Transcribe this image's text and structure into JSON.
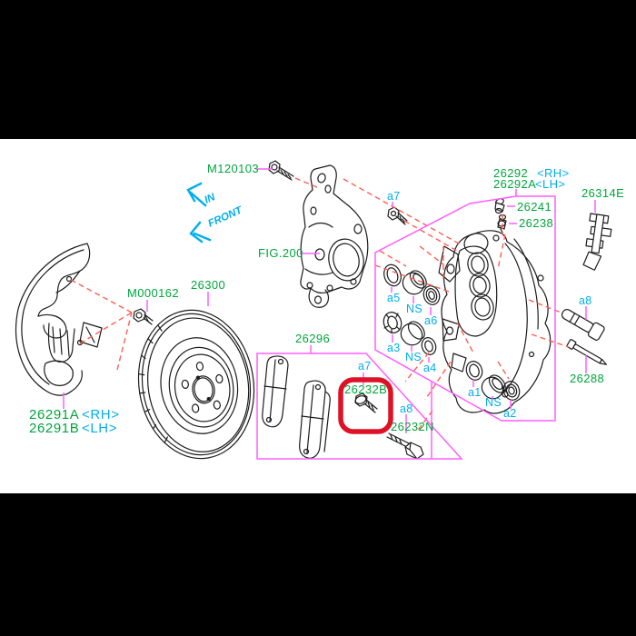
{
  "window": {
    "background": "#000000",
    "panel_background": "#ffffff"
  },
  "colors": {
    "part_number_green": "#00a63c",
    "reference_cyan": "#00aeef",
    "leader_magenta": "#ff5fff",
    "assembly_line_red": "#ff5f52",
    "highlight_red": "#de1126",
    "line_art": "#1c1c1c"
  },
  "direction_indicators": {
    "in": "IN",
    "front": "FRONT"
  },
  "parts": {
    "knuckle_bolt": "M120103",
    "knuckle_fig": "FIG.200",
    "shield_bolt": "M000162",
    "rotor": "26300",
    "caliper_rh": {
      "number": "26292",
      "side": "<RH>"
    },
    "caliper_lh": {
      "number": "26292A",
      "side": "<LH>"
    },
    "bleeder_cap": "26241",
    "bleeder_screw": "26238",
    "pad_clip": "26314E",
    "caliper_pin": "26288",
    "pad_kit": "26296",
    "highlighted_bolt": "26232B",
    "pad_pin": "26232N",
    "shield_rh": {
      "number": "26291A",
      "side": "<RH>"
    },
    "shield_lh": {
      "number": "26291B",
      "side": "<LH>"
    }
  },
  "references": {
    "a1": "a1",
    "a2": "a2",
    "a3": "a3",
    "a4": "a4",
    "a5": "a5",
    "a6": "a6",
    "a7": "a7",
    "a8": "a8",
    "ns": "NS"
  }
}
